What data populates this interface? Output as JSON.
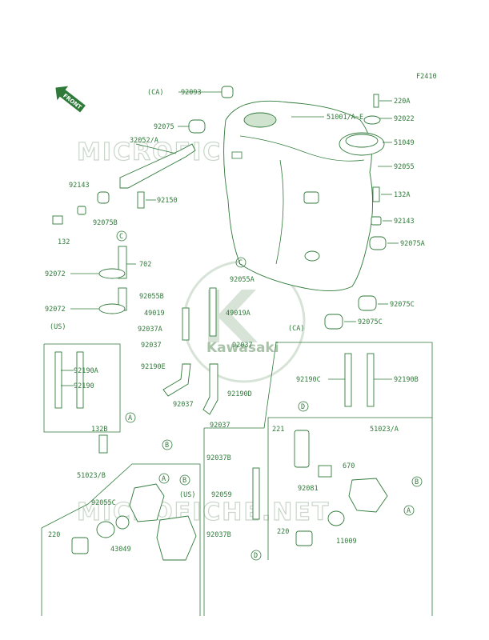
{
  "figure_code": "F2410",
  "front_label": "FRONT",
  "watermark": "MICROFICHE.NET",
  "logo_text": "Kawasaki",
  "accent_color": "#2f7a39",
  "parts": {
    "p92093": "92093",
    "ca_top": "(CA)",
    "p92075": "92075",
    "p32052": "32052/A",
    "p92143_l": "92143",
    "p92075b_l": "92075B",
    "p92150": "92150",
    "p132_l": "132",
    "c_top": "C",
    "p702": "702",
    "p92072_a": "92072",
    "p92072_b": "92072",
    "p92055b": "92055B",
    "p92055a": "92055A",
    "c_mid": "C",
    "p49019": "49019",
    "p49019a": "49019A",
    "p92037a": "92037A",
    "p92037_l": "92037",
    "p92037_r": "92037",
    "ca_mid": "(CA)",
    "us_l": "(US)",
    "p92190a": "92190A",
    "p92190": "92190",
    "p92190e": "92190E",
    "p92190d": "92190D",
    "p92037_m": "92037",
    "a_mid": "A",
    "p92037_lo": "92037",
    "b_mid": "B",
    "p51001": "51001/A~E",
    "p220a": "220A",
    "p92022": "92022",
    "p51049": "51049",
    "p92055": "92055",
    "p132a": "132A",
    "p92143_r": "92143",
    "p92075a": "92075A",
    "p92075c_1": "92075C",
    "p92075c_2": "92075C",
    "p92190c": "92190C",
    "p92190b": "92190B",
    "d_top": "D",
    "p221": "221",
    "p51023a": "51023/A",
    "p670": "670",
    "b_right": "B",
    "p92081": "92081",
    "a_right": "A",
    "p220_r": "220",
    "p11009": "11009",
    "p92037b_1": "92037B",
    "p92059": "92059",
    "p92037b_2": "92037B",
    "d_bot": "D",
    "p132b": "132B",
    "p51023b": "51023/B",
    "p92055c": "92055C",
    "a_low": "A",
    "b_low": "B",
    "us_low": "(US)",
    "p220_l": "220",
    "p43049": "43049"
  }
}
